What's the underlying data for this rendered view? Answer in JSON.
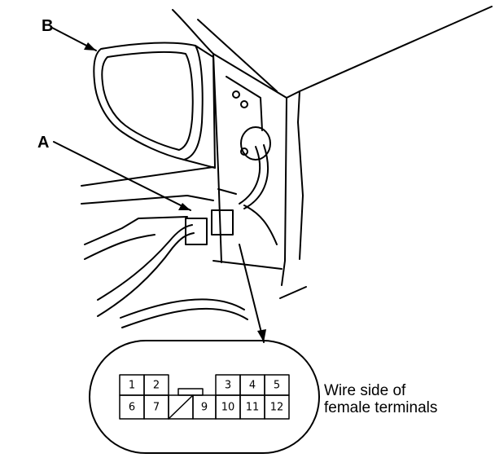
{
  "callouts": {
    "mirror": "B",
    "connector": "A"
  },
  "connector_caption": {
    "line1": "Wire side of",
    "line2": "female terminals"
  },
  "terminals": {
    "top_left": [
      "1",
      "2"
    ],
    "top_right": [
      "3",
      "4",
      "5"
    ],
    "bottom_left": [
      "6",
      "7"
    ],
    "bottom_mid": "9",
    "bottom_right": [
      "10",
      "11",
      "12"
    ]
  }
}
